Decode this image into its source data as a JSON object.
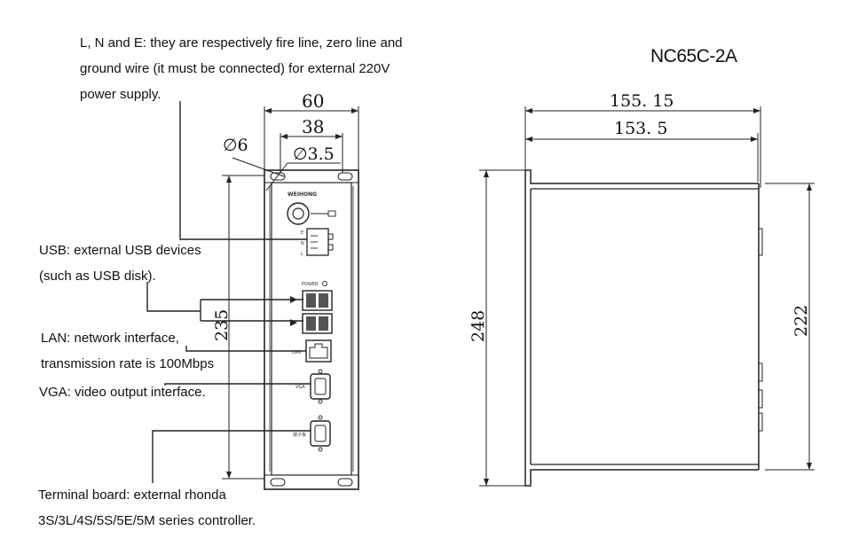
{
  "model": "NC65C-2A",
  "notes": {
    "power": [
      "L, N and E: they are respectively fire line, zero line and",
      "ground wire (it must be connected) for external 220V",
      "power supply."
    ],
    "usb": [
      "USB: external USB devices",
      "(such as USB disk)."
    ],
    "lan": [
      "LAN: network interface,",
      "transmission rate is 100Mbps"
    ],
    "vga": [
      "VGA: video output interface."
    ],
    "terminal": [
      "Terminal board: external rhonda",
      "3S/3L/4S/5S/5E/5M series controller."
    ]
  },
  "front_view": {
    "dim_width_outer": "60",
    "dim_width_inner": "38",
    "dim_hole_large": "∅6",
    "dim_hole_small": "∅3.5",
    "dim_height": "235",
    "brand": "WEIHONG",
    "power_labels": [
      "E",
      "N",
      "L"
    ],
    "power_led_label": "POWER",
    "lan_label": "LAN",
    "vga_label": "VGA",
    "terminal_label": "端子板"
  },
  "side_view": {
    "dim_depth_outer": "155. 15",
    "dim_depth_inner": "153. 5",
    "dim_height_outer": "248",
    "dim_height_inner": "222"
  }
}
